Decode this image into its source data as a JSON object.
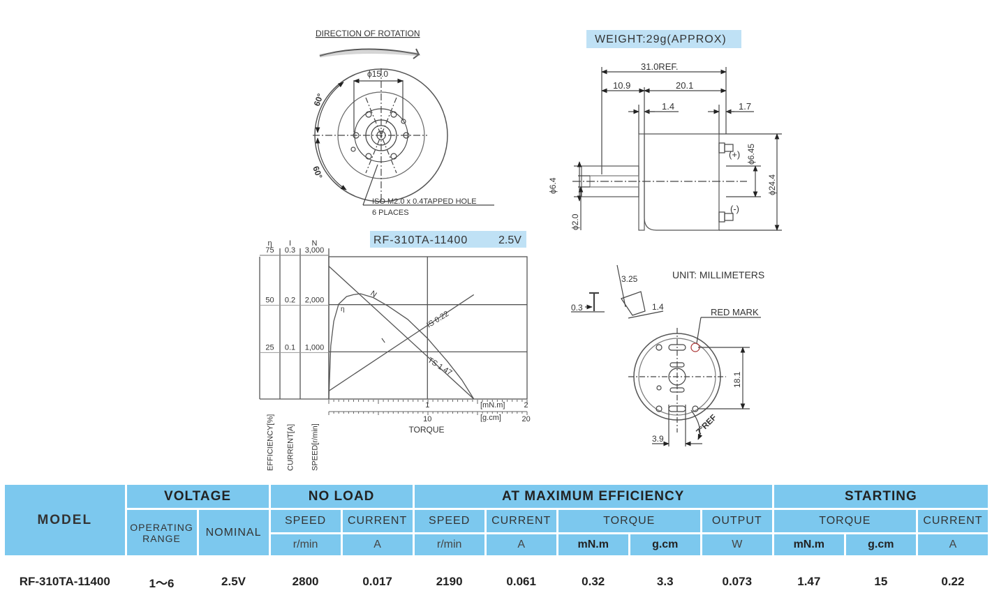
{
  "drawing": {
    "direction_label": "DIRECTION OF ROTATION",
    "phi15": "ϕ15.0",
    "angle_top": "60°",
    "angle_bottom": "60°",
    "tapped_hole": "ISO M2.0 x 0.4TAPPED HOLE",
    "places": "6 PLACES",
    "weight": "WEIGHT:29g(APPROX)",
    "dim_31": "31.0REF.",
    "dim_10_9": "10.9",
    "dim_20_1": "20.1",
    "dim_1_4": "1.4",
    "dim_1_7": "1.7",
    "dim_phi6_4": "ϕ6.4",
    "dim_phi2_0": "ϕ2.0",
    "dim_phi6_45": "ϕ6.45",
    "dim_phi24_4": "ϕ24.4",
    "plus": "(+)",
    "minus": "(-)",
    "unit": "UNIT: MILLIMETERS",
    "dim_3_25": "3.25",
    "dim_0_3": "0.3",
    "dim_1_4b": "1.4",
    "red_mark": "RED MARK",
    "dim_18_1": "18.1",
    "dim_3_9": "3.9",
    "dim_7ref": "7°REF"
  },
  "chart_data": {
    "type": "line",
    "title": "RF-310TA-11400",
    "voltage": "2.5V",
    "xlabel": "TORQUE",
    "x_units": [
      "[mN.m]",
      "[g.cm]"
    ],
    "x_ticks_mNm": [
      "1",
      "2"
    ],
    "x_ticks_gcm": [
      "10",
      "20"
    ],
    "xlim_mNm": [
      0,
      2
    ],
    "axes": [
      {
        "symbol": "η",
        "label": "EFFICIENCY[%]",
        "ticks": [
          "75",
          "50",
          "25"
        ],
        "max": 75
      },
      {
        "symbol": "I",
        "label": "CURRENT[A]",
        "ticks": [
          "0.3",
          "0.2",
          "0.1"
        ],
        "max": 0.3
      },
      {
        "symbol": "N",
        "label": "SPEED[r/min]",
        "ticks": [
          "3,000",
          "2,000",
          "1,000"
        ],
        "max": 3000
      }
    ],
    "grid": true,
    "series": [
      {
        "name": "N",
        "axis": "SPEED[r/min]",
        "x": [
          0,
          1.47
        ],
        "y": [
          2800,
          0
        ]
      },
      {
        "name": "I",
        "axis": "CURRENT[A]",
        "x": [
          0,
          1.47
        ],
        "y": [
          0.017,
          0.22
        ]
      },
      {
        "name": "η",
        "axis": "EFFICIENCY[%]",
        "x": [
          0,
          0.02,
          0.05,
          0.1,
          0.18,
          0.25,
          0.32,
          0.45,
          0.6,
          0.8,
          1.0,
          1.2,
          1.35,
          1.47
        ],
        "y": [
          0,
          28,
          41,
          50,
          54,
          55,
          55.5,
          53.5,
          49,
          42,
          32,
          20,
          10,
          0
        ]
      }
    ],
    "annotations": {
      "is": "IS 0.22",
      "ts": "TS 1.47",
      "n": "N",
      "i": "I",
      "eta": "η"
    }
  },
  "table": {
    "model_header": "MODEL",
    "voltage_header": "VOLTAGE",
    "noload_header": "NO LOAD",
    "maxeff_header": "AT MAXIMUM EFFICIENCY",
    "starting_header": "STARTING",
    "operating": "OPERATING",
    "range": "RANGE",
    "nominal": "NOMINAL",
    "speed": "SPEED",
    "current": "CURRENT",
    "torque": "TORQUE",
    "output": "OUTPUT",
    "u_rmin": "r/min",
    "u_a": "A",
    "u_mnm": "mN.m",
    "u_gcm": "g.cm",
    "u_w": "W",
    "row": {
      "model": "RF-310TA-11400",
      "op_range": "1～6",
      "nominal": "2.5V",
      "nl_speed": "2800",
      "nl_current": "0.017",
      "me_speed": "2190",
      "me_current": "0.061",
      "me_torque_mnm": "0.32",
      "me_torque_gcm": "3.3",
      "me_output": "0.073",
      "st_torque_mnm": "1.47",
      "st_torque_gcm": "15",
      "st_current": "0.22"
    }
  }
}
